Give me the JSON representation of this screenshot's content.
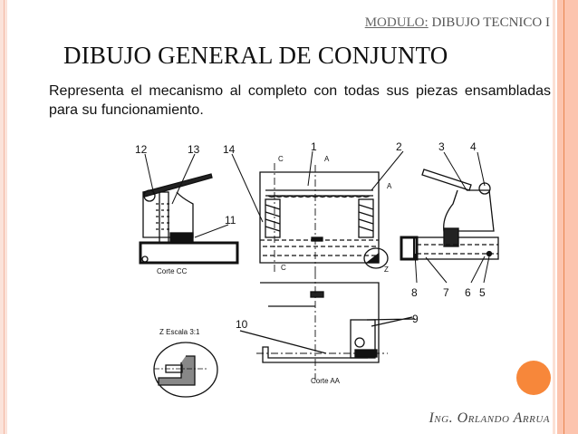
{
  "header": {
    "module_label": "MODULO:",
    "module_name": " DIBUJO TECNICO I"
  },
  "title": "DIBUJO GENERAL DE CONJUNTO",
  "description": "Representa el mecanismo al completo con todas sus piezas ensambladas para su funcionamiento.",
  "drawing": {
    "part_numbers": [
      "1",
      "2",
      "3",
      "4",
      "5",
      "6",
      "7",
      "8",
      "9",
      "10",
      "11",
      "12",
      "13",
      "14"
    ],
    "section_marks": {
      "c_top": "C",
      "c_bottom": "C",
      "a_top": "A",
      "a_side": "A",
      "z": "Z"
    },
    "captions": {
      "corte_cc": "Corte CC",
      "corte_aa": "Corte AA",
      "detail": "Z   Escala 3:1"
    }
  },
  "footer": {
    "author": "Ing. Orlando Arrua"
  },
  "colors": {
    "accent": "#f7873a",
    "border": "#fcc4ae"
  }
}
